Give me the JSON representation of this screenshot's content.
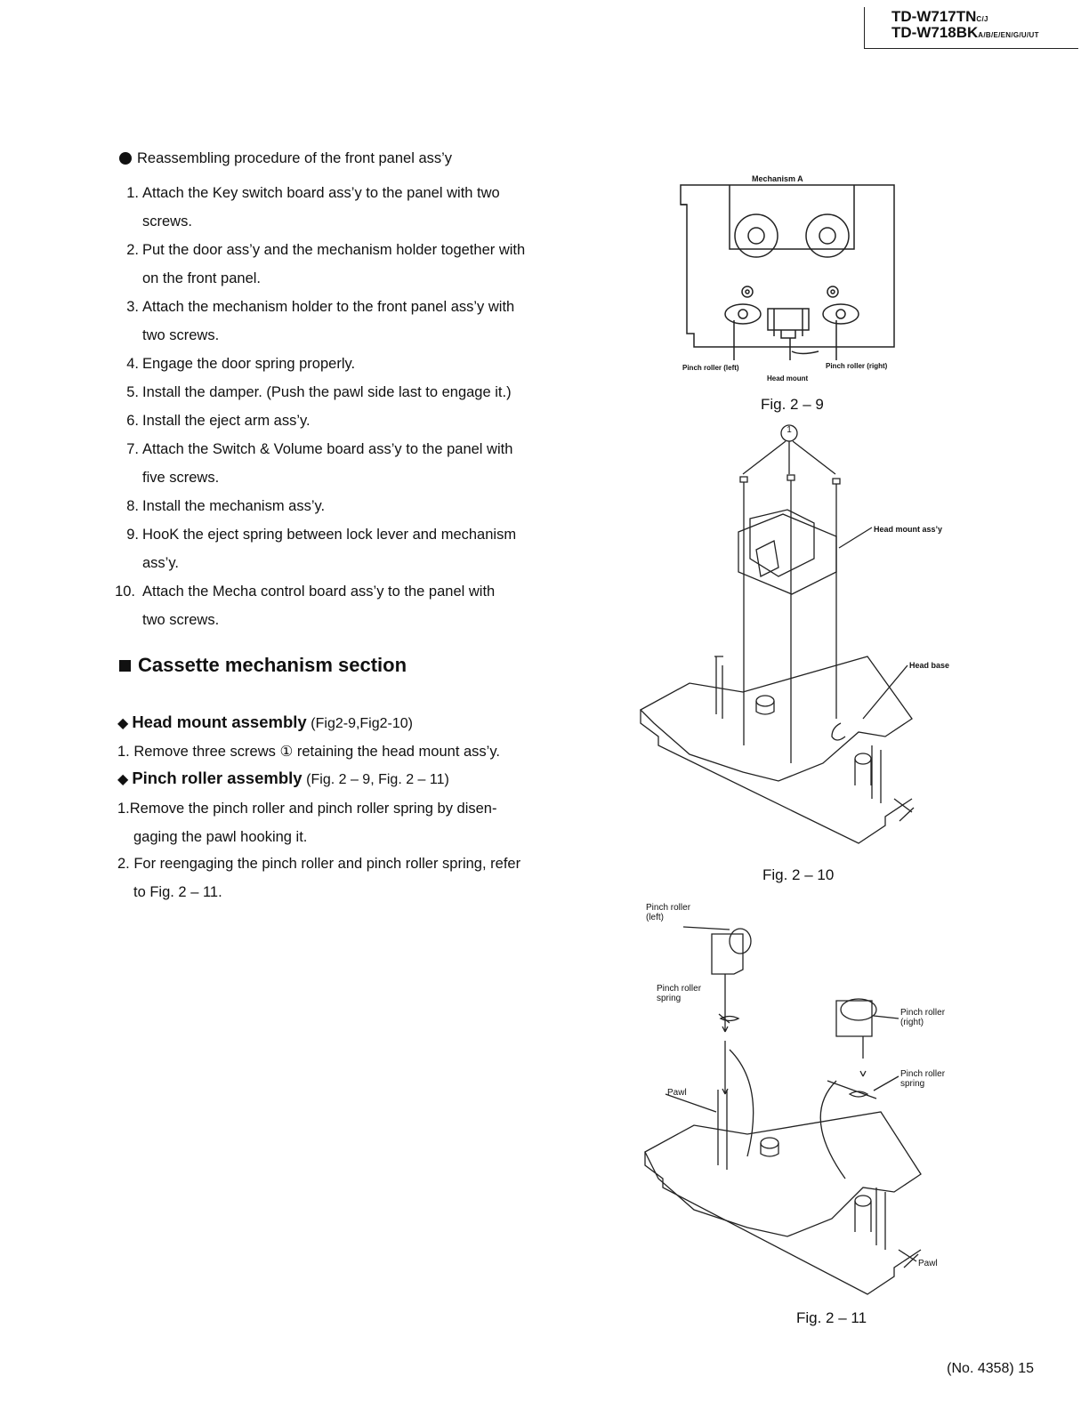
{
  "header": {
    "model1": "TD-W717TN",
    "model1_suffix": "C/J",
    "model2": "TD-W718BK",
    "model2_suffix": "A/B/E/EN/G/U/UT"
  },
  "procedure": {
    "title": "Reassembling procedure of the front panel ass’y",
    "steps": [
      {
        "num": "1.",
        "text": "Attach the Key switch board ass’y to the panel with two",
        "cont": "screws."
      },
      {
        "num": "2.",
        "text": "Put the door ass’y and the mechanism holder together with",
        "cont": "on the front panel."
      },
      {
        "num": "3.",
        "text": "Attach the mechanism holder to the front panel ass’y with",
        "cont": "two screws."
      },
      {
        "num": "4.",
        "text": "Engage the door spring properly."
      },
      {
        "num": "5.",
        "text": "Install the damper. (Push the pawl side last to engage it.)"
      },
      {
        "num": "6.",
        "text": "Install the eject arm ass’y."
      },
      {
        "num": "7.",
        "text": "Attach the Switch & Volume board ass’y to the panel with",
        "cont": "five screws."
      },
      {
        "num": "8.",
        "text": "Install the mechanism ass’y."
      },
      {
        "num": "9.",
        "text": "HooK  the eject spring between lock lever and mechanism",
        "cont": "ass’y."
      },
      {
        "num": "10.",
        "text": "Attach the Mecha control board ass’y to the panel with",
        "cont": "two screws."
      }
    ]
  },
  "section": {
    "title": "Cassette mechanism section",
    "head_mount": {
      "title": "Head mount assembly",
      "ref": "(Fig2-9,Fig2-10)",
      "step1": "1. Remove three screws ① retaining the head mount ass’y."
    },
    "pinch_roller": {
      "title": "Pinch roller assembly",
      "ref": "(Fig. 2 – 9, Fig. 2 – 11)",
      "step1a": "1.Remove the pinch roller and pinch roller spring by disen-",
      "step1b": "gaging the pawl hooking it.",
      "step2a": "2. For reengaging the pinch roller and pinch roller spring, refer",
      "step2b": "to Fig. 2 – 11."
    }
  },
  "figures": {
    "fig9": {
      "caption": "Fig. 2 – 9",
      "mechanism_label": "Mechanism  A",
      "pinch_left": "Pinch roller (left)",
      "pinch_right": "Pinch roller (right)",
      "head_mount": "Head mount"
    },
    "fig10": {
      "caption": "Fig. 2 – 10",
      "screw_marker": "1",
      "head_mount_assy": "Head mount ass’y",
      "head_base": "Head base"
    },
    "fig11": {
      "caption": "Fig. 2 – 11",
      "pinch_left_1": "Pinch roller",
      "pinch_left_2": "(left)",
      "spring_left_1": "Pinch roller",
      "spring_left_2": "spring",
      "pawl_left": "Pawl",
      "pinch_right_1": "Pinch roller",
      "pinch_right_2": "(right)",
      "spring_right_1": "Pinch roller",
      "spring_right_2": "spring",
      "pawl_right": "Pawl"
    }
  },
  "page_number": "(No. 4358) 15"
}
